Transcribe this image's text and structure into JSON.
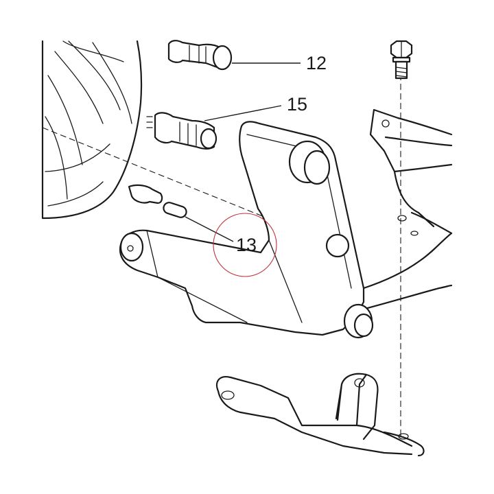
{
  "callouts": {
    "c12": "12",
    "c15": "15",
    "c13": "13"
  },
  "highlight_color": "#c0303a"
}
